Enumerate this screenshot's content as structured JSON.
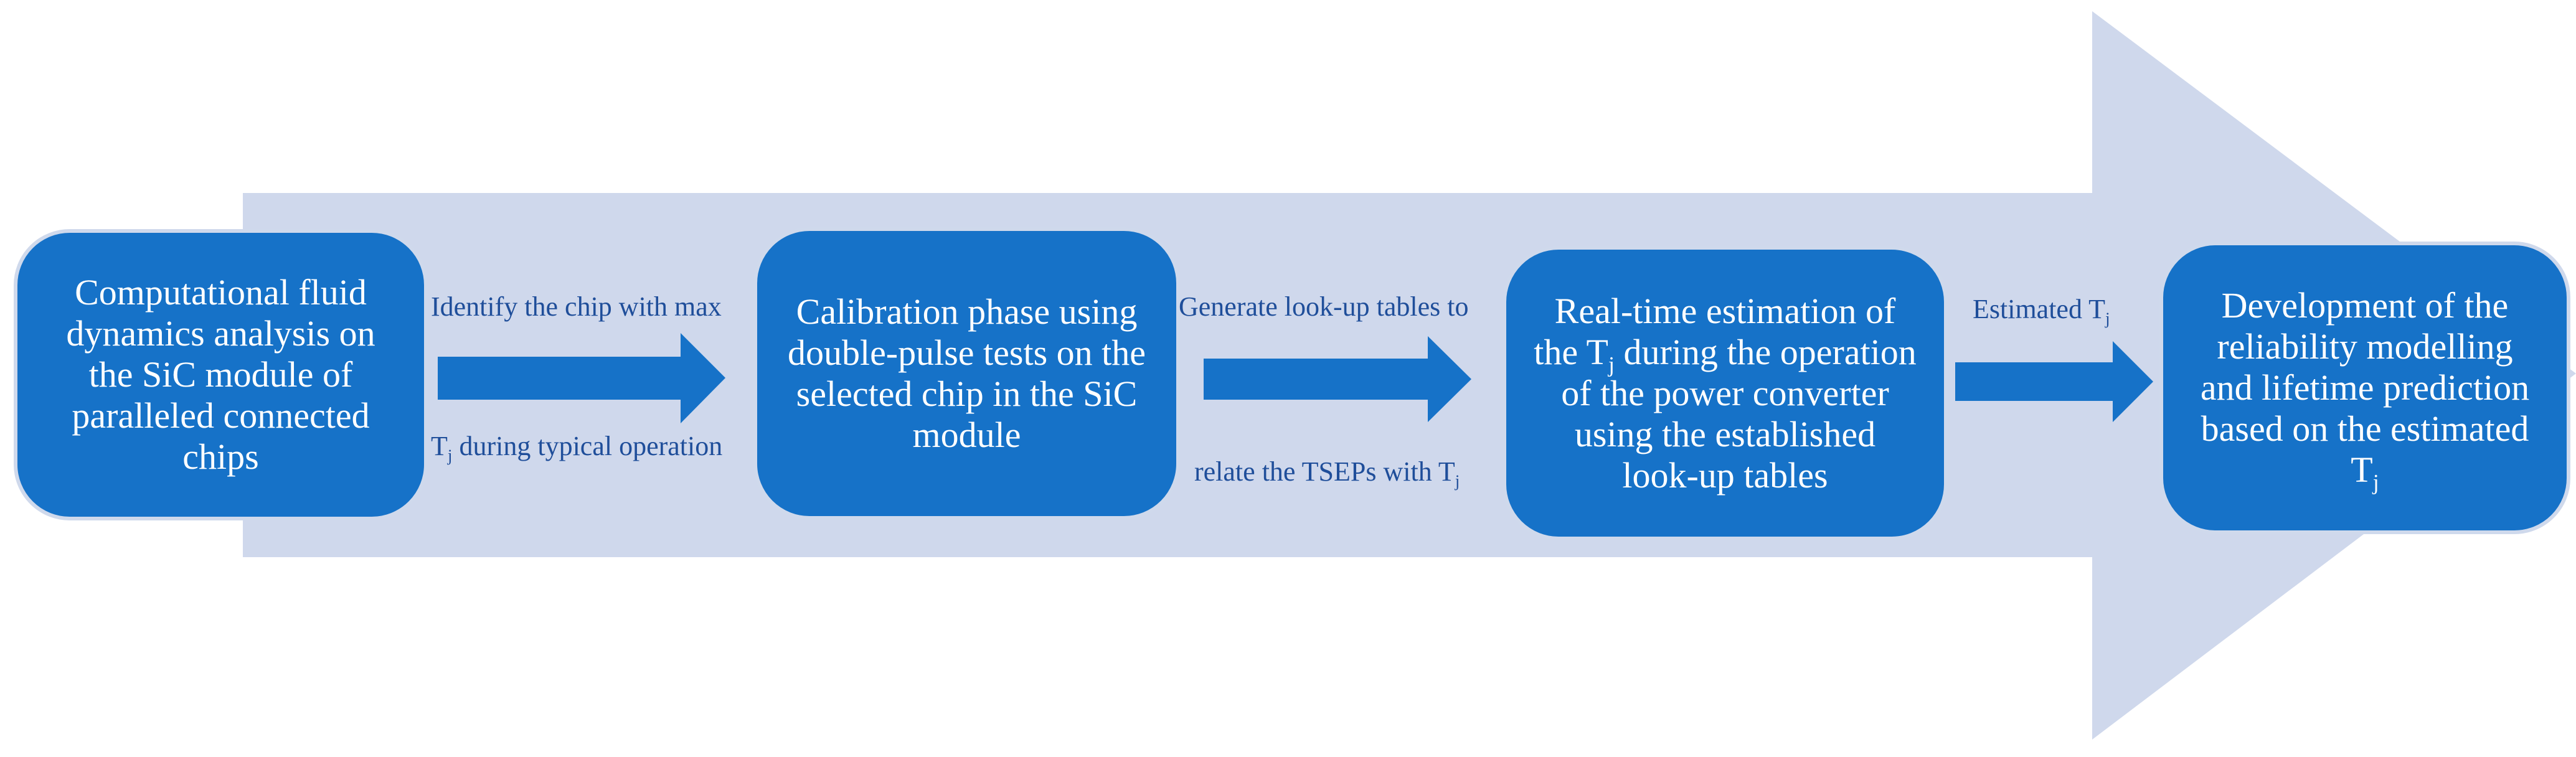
{
  "colors": {
    "background_arrow": "#cfd8ec",
    "box_fill": "#1672c8",
    "box_border": "#cfd9ec",
    "box_text": "#ffffff",
    "connector_arrow": "#1672c8",
    "label_text": "#1f4e9a"
  },
  "boxes": [
    {
      "lines": [
        "Computational fluid",
        "dynamics analysis on",
        "the SiC module of",
        "paralleled connected",
        "chips"
      ]
    },
    {
      "lines": [
        "Calibration phase using",
        "double-pulse tests on the",
        "selected chip in the SiC",
        "module"
      ]
    },
    {
      "line1": "Real-time estimation of",
      "line2_prefix": "the T",
      "line2_sub": "j",
      "line2_suffix": " during the operation",
      "line3": "of the power converter",
      "line4": "using the established",
      "line5": "look-up tables"
    },
    {
      "line1": "Development of the",
      "line2": "reliability modelling",
      "line3": "and lifetime prediction",
      "line4": "based on the estimated",
      "line5_main": "T",
      "line5_sub": "j"
    }
  ],
  "connectors": [
    {
      "top_label": "Identify  the chip with max",
      "bottom_prefix": "T",
      "bottom_sub": "j",
      "bottom_suffix": " during typical  operation"
    },
    {
      "top_label": "Generate look-up tables to",
      "bottom_prefix": "relate the TSEPs with T",
      "bottom_sub": "j"
    },
    {
      "top_prefix": "Estimated T",
      "top_sub": "j"
    }
  ]
}
